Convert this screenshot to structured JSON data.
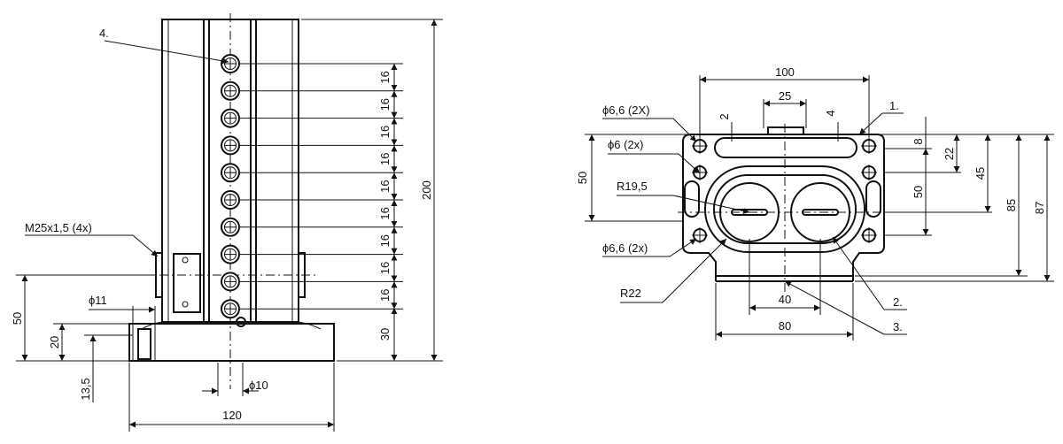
{
  "left_view": {
    "part_label": "4.",
    "spacing_dim": "16",
    "spacing_count": 10,
    "bottom_spacing_dim": "30",
    "height_total": "200",
    "height_50": "50",
    "height_20": "20",
    "height_13_5": "13,5",
    "width_120": "120",
    "dia_11": "ϕ11",
    "dia_10": "ϕ10",
    "thread": "M25x1,5 (4x)"
  },
  "right_view": {
    "width_100": "100",
    "width_25": "25",
    "dim_2": "2",
    "dim_4": "4",
    "label_1": "1.",
    "label_2": "2.",
    "label_3": "3.",
    "dia_6_6_top": "ϕ6,6 (2X)",
    "dia_6": "ϕ6 (2x)",
    "dia_6_6_bottom": "ϕ6,6 (2x)",
    "radius_19_5": "R19,5",
    "radius_22": "R22",
    "height_50_left": "50",
    "dim_8": "8",
    "dim_22": "22",
    "dim_45": "45",
    "dim_50_right": "50",
    "dim_85": "85",
    "dim_87": "87",
    "width_40": "40",
    "width_80": "80"
  }
}
